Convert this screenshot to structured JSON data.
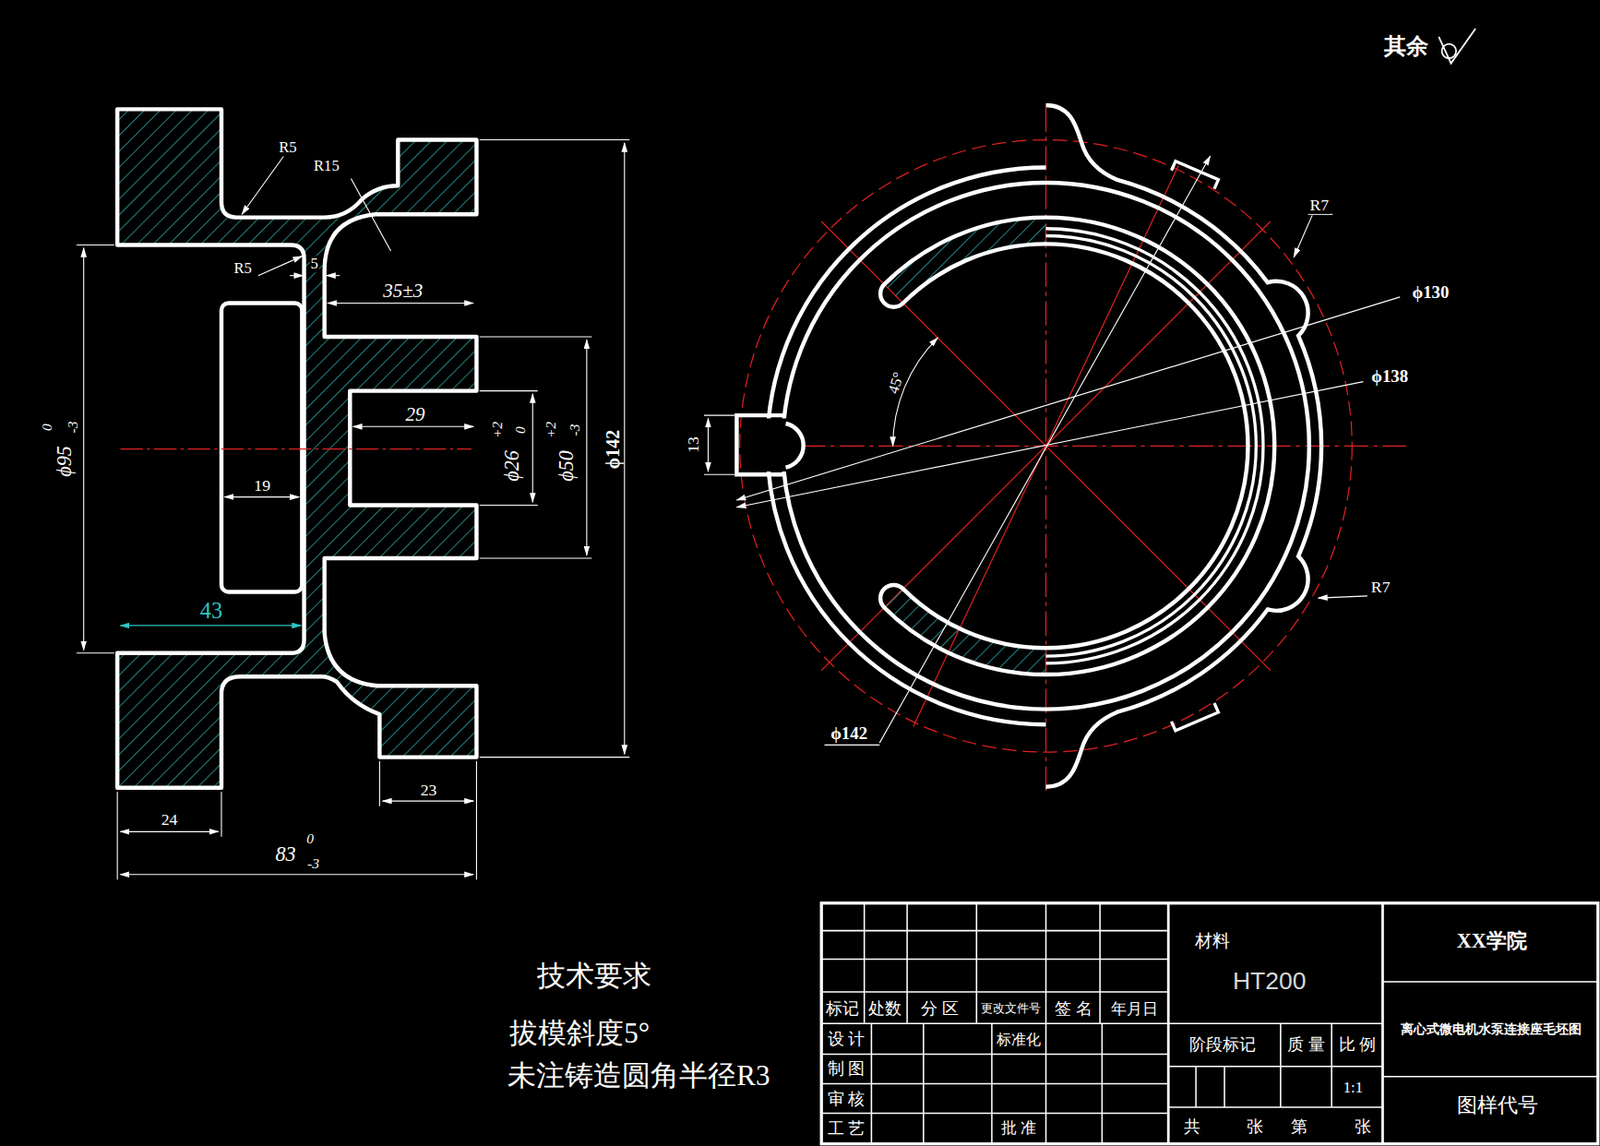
{
  "diagram": {
    "labels": [
      "其余",
      "R5",
      "R15",
      "R5",
      "5",
      "35±3",
      "29",
      "19",
      "43",
      "ϕ95",
      "0",
      "-3",
      "ϕ26",
      "+2",
      "0",
      "ϕ50",
      "+2",
      "-3",
      "ϕ142",
      "23",
      "24",
      "83",
      "0",
      "-3",
      "R7",
      "ϕ130",
      "ϕ138",
      "45°",
      "13",
      "R7",
      "ϕ142",
      "技术要求",
      "拔模斜度5°",
      "未注铸造圆角半径R3",
      "材料",
      "HT200",
      "XX学院",
      "标记",
      "处数",
      "分 区",
      "更改文件号",
      "签 名",
      "年月日",
      "设 计",
      "标准化",
      "阶段标记",
      "质 量",
      "比 例",
      "离心式微电机水泵连接座毛坯图",
      "制 图",
      "1:1",
      "审 核",
      "工 艺",
      "批 准",
      "图样代号",
      "共",
      "张",
      "第",
      "张"
    ]
  }
}
